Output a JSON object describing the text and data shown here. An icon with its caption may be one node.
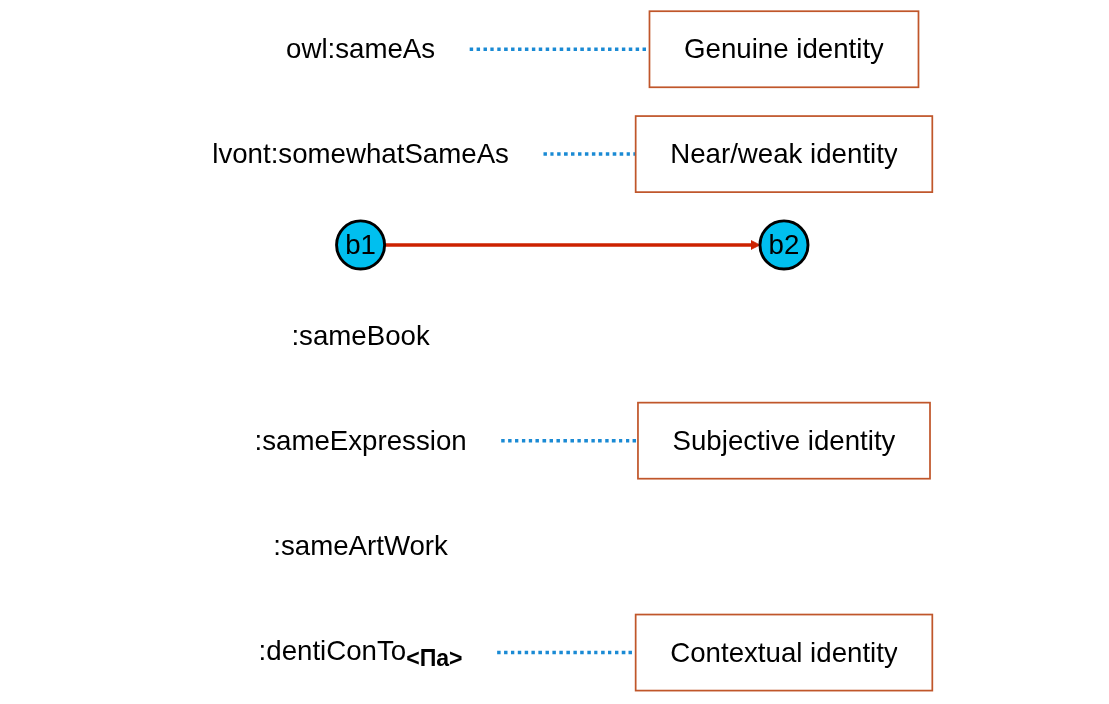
{
  "diagram": {
    "nodes": [
      {
        "text": [
          "owl:sameAs"
        ]
      },
      {
        "text": [
          "Genuine identity"
        ]
      },
      {
        "text": [
          "lvont:somewhatSameAs"
        ]
      },
      {
        "text": [
          "Near/weak identity"
        ]
      },
      {
        "text": [
          "b1"
        ]
      },
      {
        "text": [
          "b2"
        ]
      },
      {
        "text": [
          ":sameBook"
        ]
      },
      {
        "text": [
          ":sameExpression"
        ]
      },
      {
        "text": [
          "Subjective identity"
        ]
      },
      {
        "text": [
          ":sameArtWork"
        ]
      },
      {
        "text": [
          ":dentiConTo$_{<Πa>}$"
        ]
      },
      {
        "text": [
          "Contextual identity"
        ]
      }
    ],
    "edges": [
      {
        "from": 0,
        "to": 1,
        "arrow": "none",
        "style": "dashed"
      },
      {
        "from": 2,
        "to": 3,
        "arrow": "none",
        "style": "dashed"
      },
      {
        "from": 4,
        "to": 5,
        "arrow": "to",
        "color": "#cc2200"
      },
      {
        "from": 7,
        "to": 8,
        "arrow": "none",
        "style": "dashed"
      },
      {
        "from": 10,
        "to": 11,
        "arrow": "none",
        "style": "dashed"
      }
    ]
  }
}
